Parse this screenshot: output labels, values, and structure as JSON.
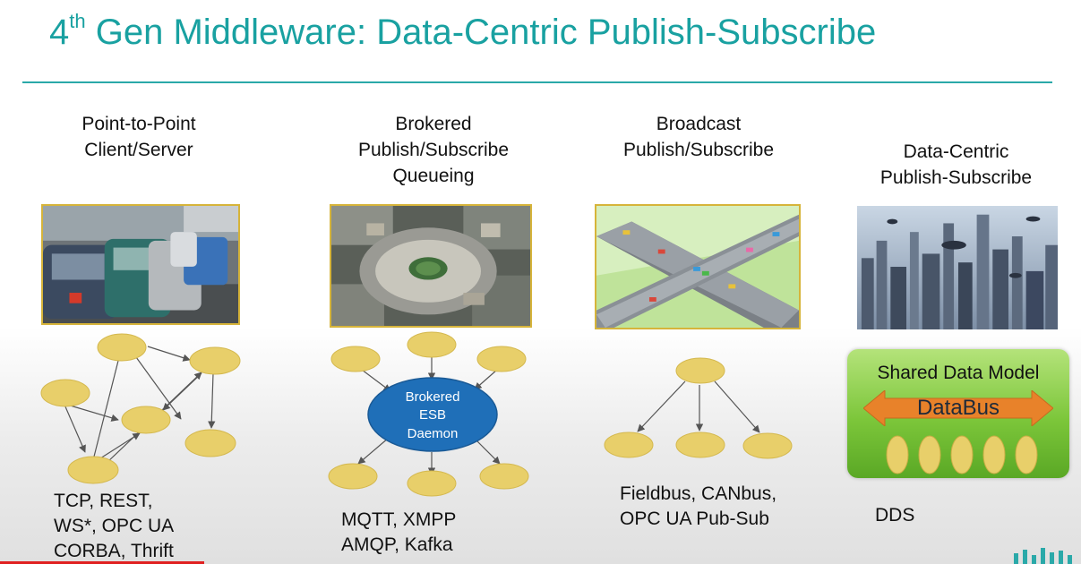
{
  "slide": {
    "title_prefix": "4",
    "title_sup": "th",
    "title_rest": " Gen Middleware: Data-Centric Publish-Subscribe"
  },
  "columns": [
    {
      "heading": "Point-to-Point\nClient/Server",
      "protocols": "TCP, REST,\nWS*, OPC UA\nCORBA, Thrift"
    },
    {
      "heading": "Brokered\nPublish/Subscribe\nQueueing",
      "protocols": "MQTT, XMPP\nAMQP, Kafka"
    },
    {
      "heading": "Broadcast\nPublish/Subscribe",
      "protocols": "Fieldbus, CANbus,\nOPC UA Pub-Sub"
    },
    {
      "heading": "Data-Centric\nPublish-Subscribe",
      "protocols": "DDS"
    }
  ],
  "broker": {
    "line1": "Brokered",
    "line2": "ESB",
    "line3": "Daemon"
  },
  "data_model": {
    "label": "Shared Data Model",
    "bus_label": "DataBus"
  },
  "colors": {
    "accent": "#19a1a1",
    "node_fill": "#e8cf6a",
    "broker_fill": "#1f6fb8",
    "bus_arrow": "#e8822a",
    "model_green": "#7cc63a"
  }
}
